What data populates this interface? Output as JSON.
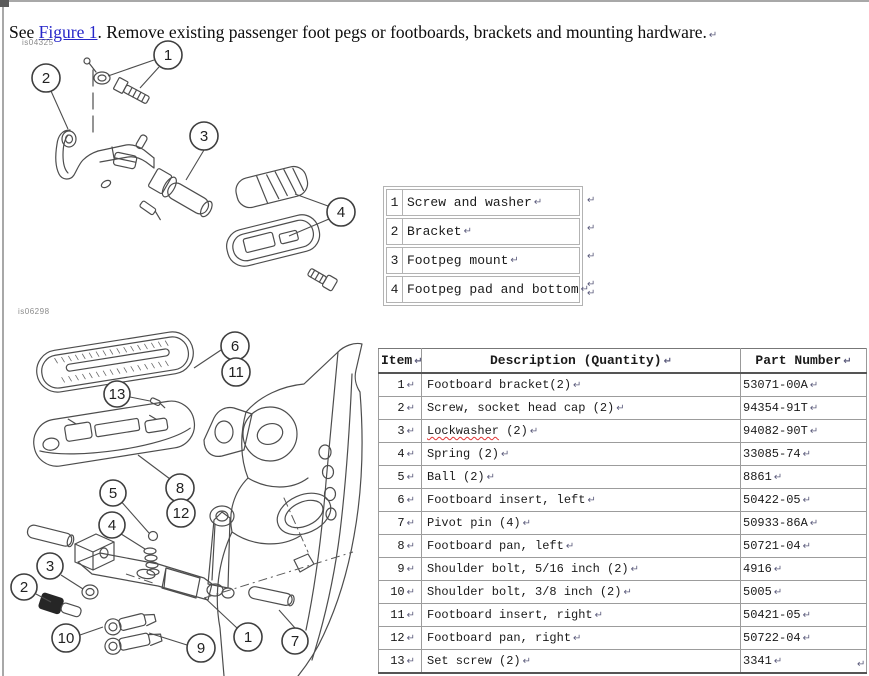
{
  "page": {
    "sentence_prefix": "See ",
    "figure_link_text": "Figure 1",
    "sentence_body": ". Remove existing passenger foot pegs or footboards, brackets and mounting hardware.",
    "return_mark": "↵"
  },
  "figure1": {
    "image_id": "is04325",
    "callouts": [
      "1",
      "2",
      "3",
      "4"
    ],
    "legend_rows": [
      {
        "num": "1",
        "desc": "Screw and washer"
      },
      {
        "num": "2",
        "desc": "Bracket"
      },
      {
        "num": "3",
        "desc": "Footpeg mount"
      },
      {
        "num": "4",
        "desc": "Footpeg pad and bottom"
      }
    ]
  },
  "figure2": {
    "image_id": "is06298",
    "callouts": [
      "6",
      "11",
      "13",
      "8",
      "12",
      "5",
      "4",
      "3",
      "2",
      "10",
      "9",
      "1",
      "7"
    ]
  },
  "parts_table": {
    "headers": {
      "item": "Item",
      "description": "Description (Quantity)",
      "part_number": "Part Number"
    },
    "rows": [
      {
        "item": "1",
        "description": "Footboard bracket(2)",
        "part_number": "53071-00A"
      },
      {
        "item": "2",
        "description": "Screw, socket head cap (2)",
        "part_number": "94354-91T"
      },
      {
        "item": "3",
        "description": "Lockwasher (2)",
        "part_number": "94082-90T",
        "spell_error_word": "Lockwasher"
      },
      {
        "item": "4",
        "description": "Spring (2)",
        "part_number": "33085-74"
      },
      {
        "item": "5",
        "description": "Ball (2)",
        "part_number": "8861"
      },
      {
        "item": "6",
        "description": "Footboard insert, left",
        "part_number": "50422-05"
      },
      {
        "item": "7",
        "description": "Pivot pin (4)",
        "part_number": "50933-86A"
      },
      {
        "item": "8",
        "description": "Footboard pan, left",
        "part_number": "50721-04"
      },
      {
        "item": "9",
        "description": "Shoulder bolt, 5/16 inch (2)",
        "part_number": "4916"
      },
      {
        "item": "10",
        "description": "Shoulder bolt, 3/8 inch (2)",
        "part_number": "5005"
      },
      {
        "item": "11",
        "description": "Footboard insert, right",
        "part_number": "50421-05"
      },
      {
        "item": "12",
        "description": "Footboard pan, right",
        "part_number": "50722-04"
      },
      {
        "item": "13",
        "description": "Set screw (2)",
        "part_number": "3341"
      }
    ]
  },
  "colors": {
    "link_blue": "#2626c9",
    "line_art_gray": "#4d4d4d",
    "table_border_light": "#b3b3b3",
    "table_border_dark": "#555555",
    "spell_error_red": "#e03434",
    "return_mark_gray": "#5d5d7d"
  }
}
